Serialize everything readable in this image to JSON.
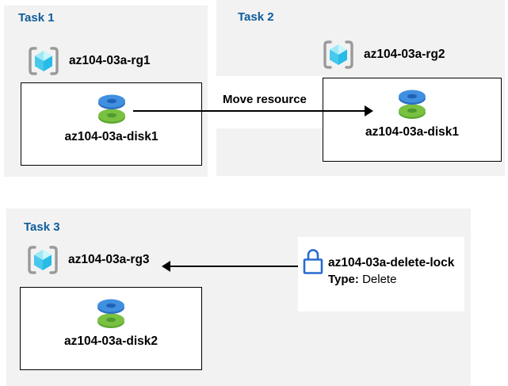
{
  "diagram": {
    "tasks": [
      {
        "title": "Task 1",
        "resource_group": "az104-03a-rg1",
        "resource": "az104-03a-disk1"
      },
      {
        "title": "Task 2",
        "resource_group": "az104-03a-rg2",
        "resource": "az104-03a-disk1"
      },
      {
        "title": "Task 3",
        "resource_group": "az104-03a-rg3",
        "resource": "az104-03a-disk2"
      }
    ],
    "move_arrow_label": "Move resource",
    "lock": {
      "name": "az104-03a-delete-lock",
      "type_label": "Type:",
      "type_value": "Delete"
    }
  },
  "icons": {
    "resource_group": "resource-group-icon",
    "disk": "managed-disk-icon",
    "lock": "lock-icon",
    "arrow_right": "arrow-right-icon",
    "arrow_left": "arrow-left-icon"
  },
  "colors": {
    "panel_background": "#f2f2f2",
    "title_blue": "#0e5c9c",
    "label_black": "#000000",
    "box_background": "#ffffff",
    "box_border": "#000000",
    "lock_blue": "#2a6bcf",
    "disk_blue_top": "#4190e0",
    "disk_blue_side": "#2d6fc4",
    "disk_blue_hole": "#1f62b8",
    "disk_green_top": "#7ac142",
    "disk_green_side": "#5fa832",
    "disk_green_hole": "#4e9b2d",
    "bracket_gray": "#9a9a9a",
    "cube_cyan_light": "#c9f5fb",
    "cube_cyan_mid": "#9fe8f6",
    "cube_cyan_dark": "#27bbe8"
  }
}
